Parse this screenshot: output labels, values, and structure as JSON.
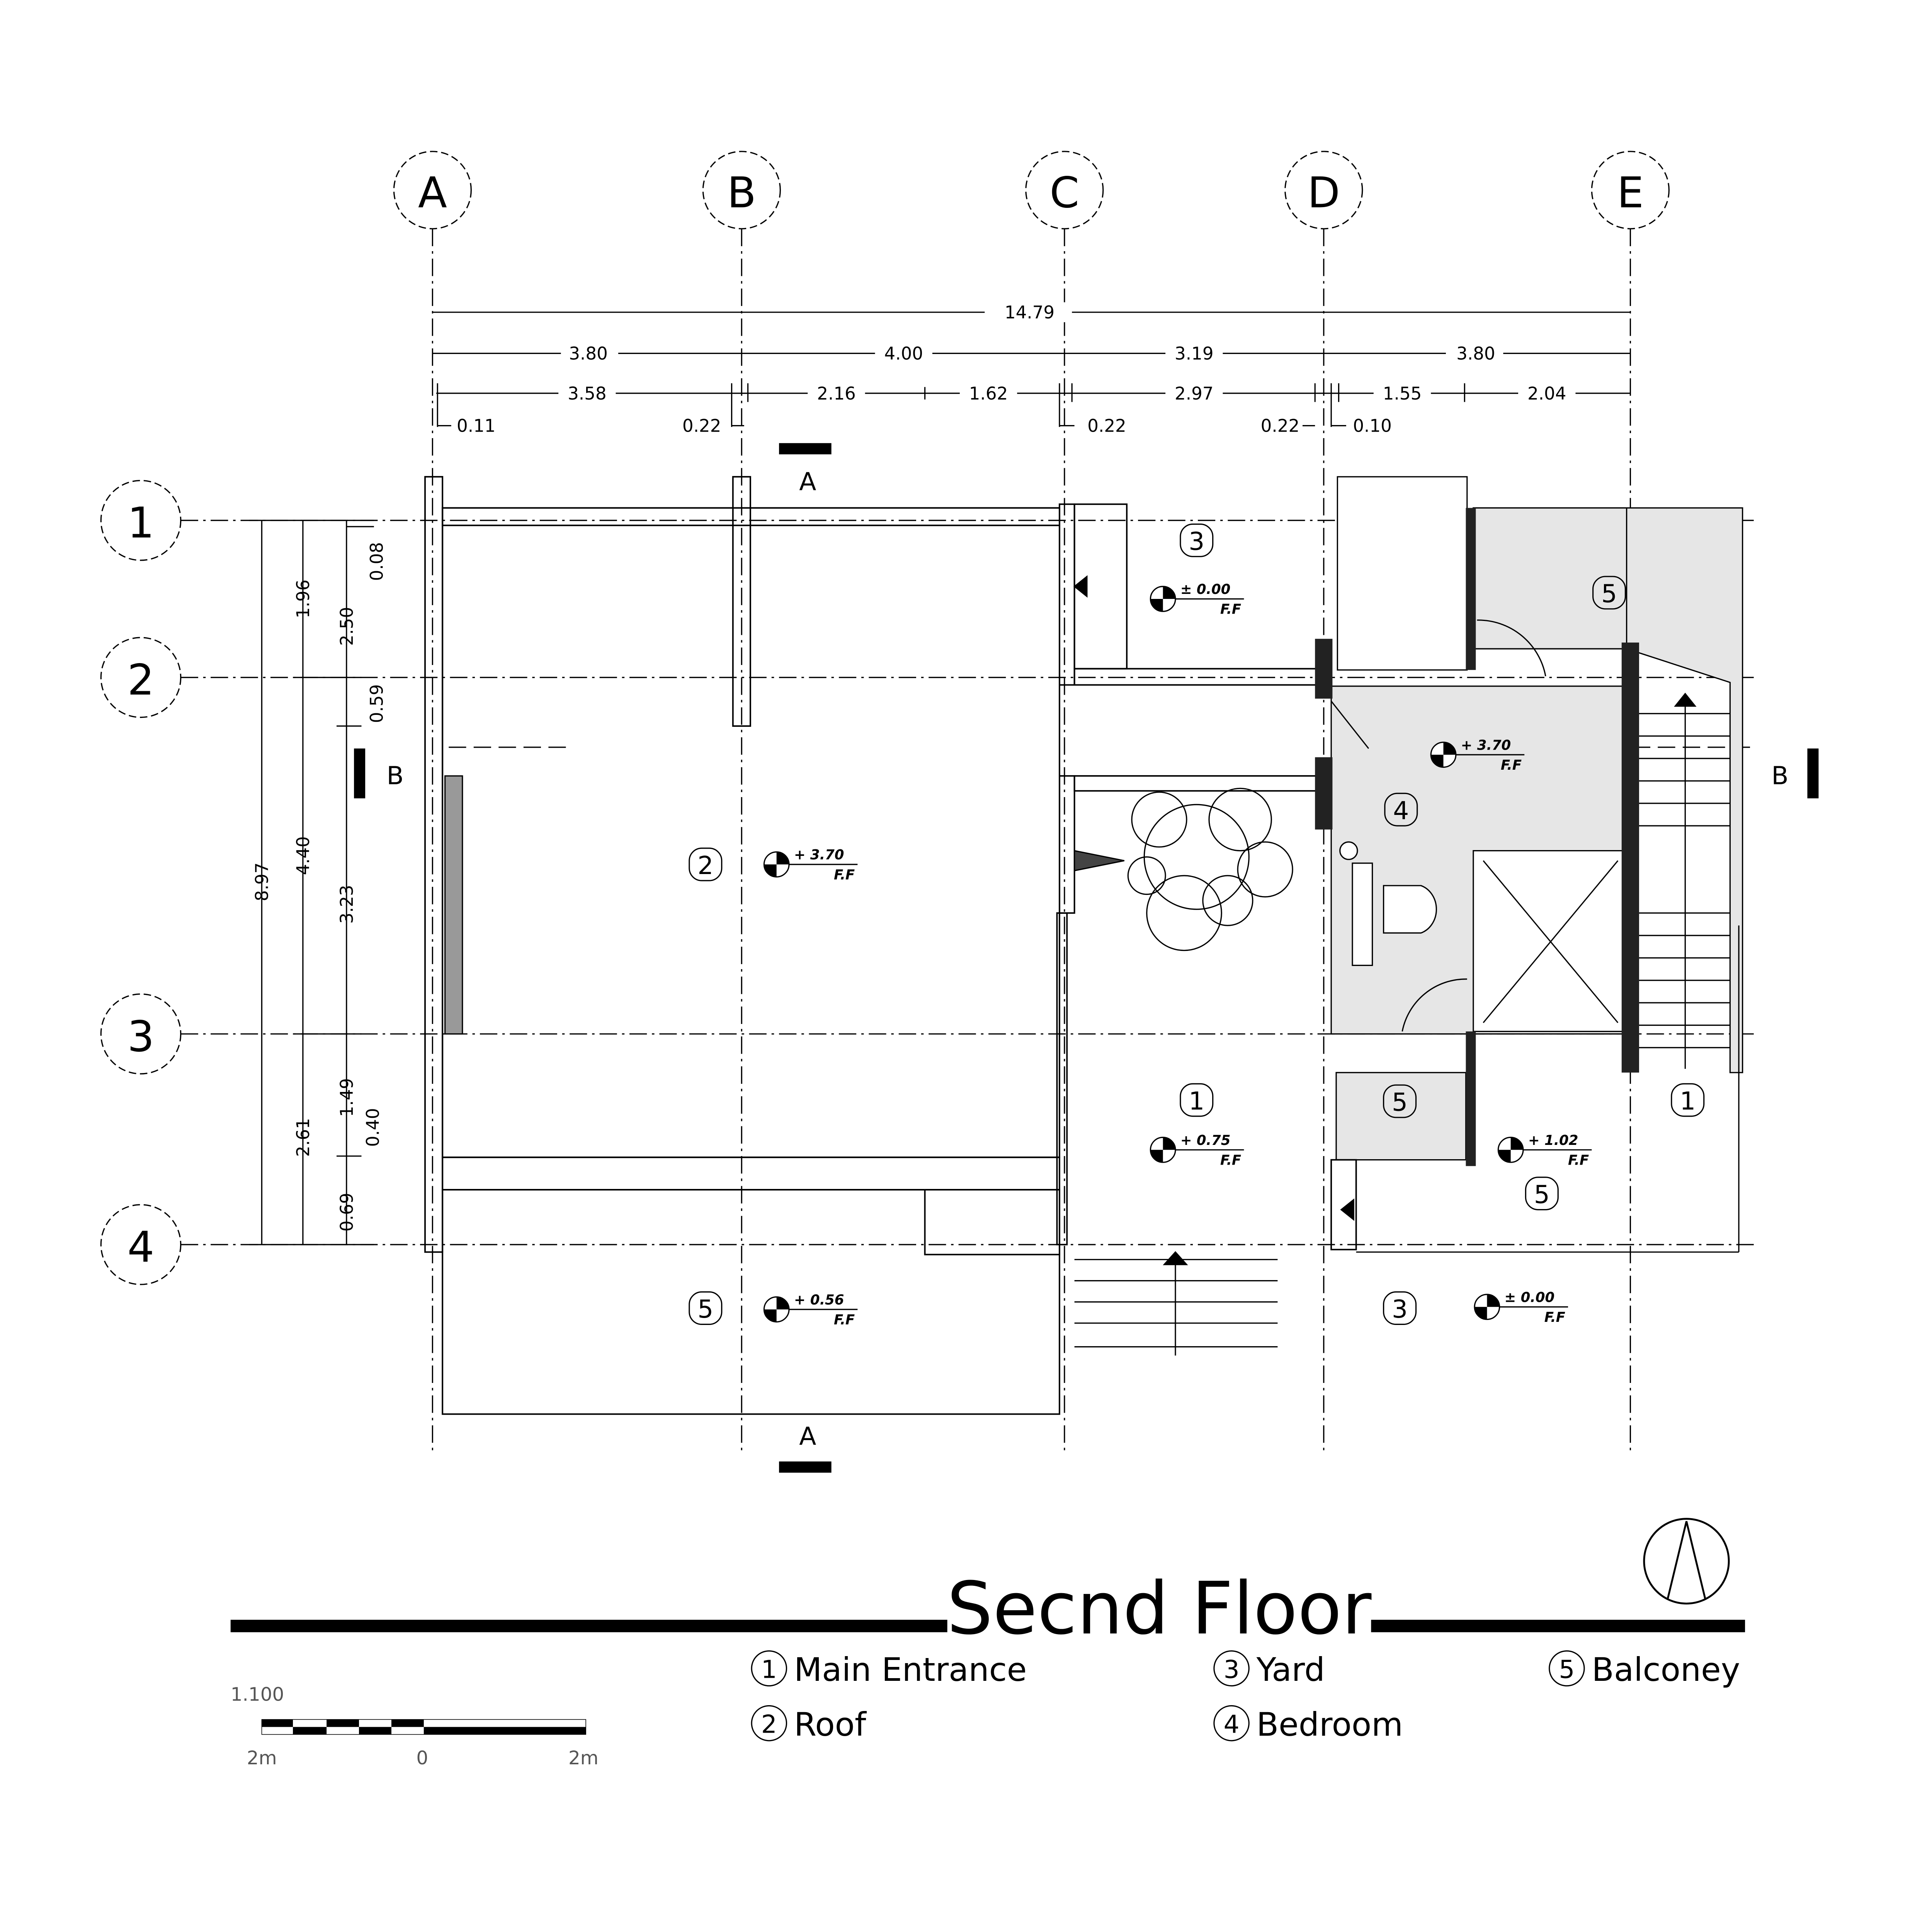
{
  "title": "Secnd Floor",
  "grid_columns": [
    "A",
    "B",
    "C",
    "D",
    "E"
  ],
  "grid_rows": [
    "1",
    "2",
    "3",
    "4"
  ],
  "dimensions": {
    "overall": "14.79",
    "bays": [
      "3.80",
      "4.00",
      "3.19",
      "3.80"
    ],
    "detail": [
      "3.58",
      "2.16",
      "1.62",
      "2.97",
      "1.55",
      "2.04"
    ],
    "offsets": [
      "0.11",
      "0.22",
      "0.22",
      "0.22",
      "0.10"
    ],
    "left_overall": "8.97",
    "left_bays": [
      "1.96",
      "4.40",
      "2.61"
    ],
    "left_detail": [
      "2.50",
      "3.23",
      "1.49",
      "0.69"
    ],
    "left_small": [
      "0.08",
      "0.59",
      "0.40"
    ]
  },
  "section_marks": {
    "a": "A",
    "b": "B"
  },
  "room_tags": {
    "yard_top": "3",
    "balcony_top": "5",
    "bedroom": "4",
    "roof": "2",
    "entrance_mid": "1",
    "entrance_right": "1",
    "balcony_mid": "5",
    "balcony_right": "5",
    "balcony_bottom": "5",
    "yard_bottom": "3"
  },
  "elevations": {
    "yard_top": "± 0.00",
    "bedroom": "+ 3.70",
    "roof": "+ 3.70",
    "entrance": "+ 0.75",
    "balcony_right": "+ 1.02",
    "balcony_bottom": "+ 0.56",
    "yard_bottom": "± 0.00",
    "ff": "F.F"
  },
  "legend": [
    {
      "num": "1",
      "label": "Main Entrance"
    },
    {
      "num": "2",
      "label": "Roof"
    },
    {
      "num": "3",
      "label": "Yard"
    },
    {
      "num": "4",
      "label": "Bedroom"
    },
    {
      "num": "5",
      "label": "Balconey"
    }
  ],
  "scale_bar": {
    "ratio": "1.100",
    "left": "2m",
    "mid": "0",
    "right": "2m"
  },
  "colors": {
    "fill_gray": "#e6e6e6",
    "ink": "#000000"
  }
}
